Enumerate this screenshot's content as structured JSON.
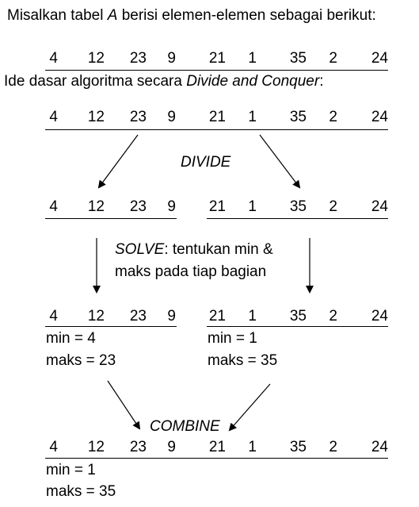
{
  "intro": {
    "line1": "Misalkan tabel A berisi elemen-elemen sebagai berikut:",
    "line2_prefix": "Ide dasar algoritma secara ",
    "line2_italic": "Divide and Conquer",
    "line2_suffix": ":"
  },
  "array": [
    "4",
    "12",
    "23",
    "9",
    "21",
    "1",
    "35",
    "2",
    "24"
  ],
  "left_half": [
    "4",
    "12",
    "23",
    "9"
  ],
  "right_half": [
    "21",
    "1",
    "35",
    "2",
    "24"
  ],
  "labels": {
    "divide": "DIVIDE",
    "solve_italic": "SOLVE",
    "solve_rest": ": tentukan min &",
    "solve_line2": "maks pada  tiap bagian",
    "combine": "COMBINE"
  },
  "results": {
    "left_min": "min = 4",
    "left_max": "maks = 23",
    "right_min": "min = 1",
    "right_max": "maks = 35",
    "final_min": "min = 1",
    "final_max": "maks = 35"
  }
}
